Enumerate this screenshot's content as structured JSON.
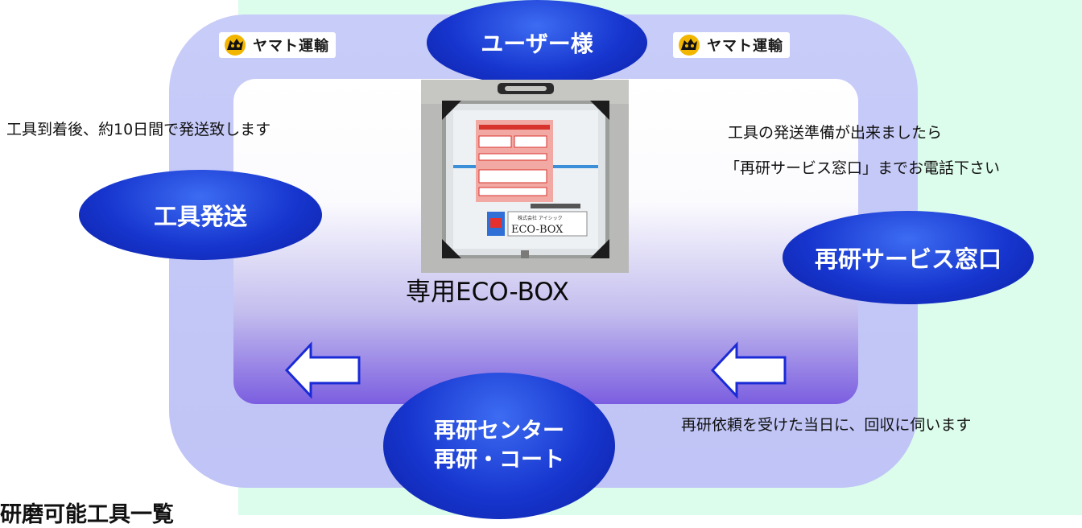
{
  "brand": {
    "name": "ヤマト運輸",
    "icon": "yamato-cat-icon",
    "logo_color": "#f2b600"
  },
  "nodes": {
    "user": "ユーザー様",
    "ship": "工具発送",
    "service_window": "再研サービス窓口",
    "center_line1": "再研センター",
    "center_line2": "再研・コート"
  },
  "notes": {
    "left": "工具到着後、約10日間で発送致します",
    "right_line1": "工具の発送準備が出来ましたら",
    "right_line2": "「再研サービス窓口」までお電話下さい",
    "bottom_right": "再研依頼を受けた当日に、回収に伺います"
  },
  "product": {
    "label": "専用ECO-BOX",
    "box_label": "ECO-BOX",
    "box_company": "株式会社 アイシック"
  },
  "heading": "研磨可能工具一覧",
  "colors": {
    "ellipse": "#1736cf",
    "ring": "#c4c8f7",
    "panel_bottom": "#7b5ee0",
    "background": "#dcfcec",
    "arrow": "#1a2bd6"
  }
}
